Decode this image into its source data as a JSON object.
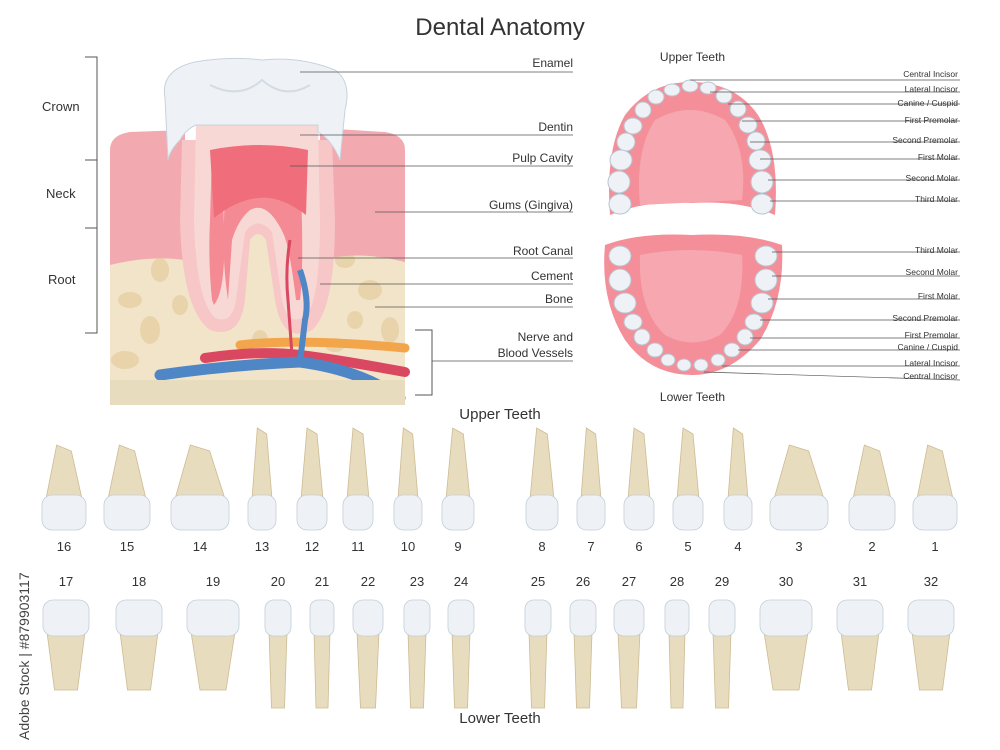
{
  "title": "Dental Anatomy",
  "section_labels": {
    "upper_jaw": "Upper Teeth",
    "lower_jaw": "Lower Teeth",
    "upper_row": "Upper Teeth",
    "lower_row": "Lower Teeth"
  },
  "side_labels": [
    "Crown",
    "Neck",
    "Root"
  ],
  "tooth_parts": [
    "Enamel",
    "Dentin",
    "Pulp Cavity",
    "Gums (Gingiva)",
    "Root Canal",
    "Cement",
    "Bone",
    "Nerve and",
    "Blood Vessels"
  ],
  "upper_jaw_labels": [
    "Central Incisor",
    "Lateral Incisor",
    "Canine / Cuspid",
    "First Premolar",
    "Second Premolar",
    "First Molar",
    "Second Molar",
    "Third Molar"
  ],
  "lower_jaw_labels": [
    "Third Molar",
    "Second Molar",
    "First Molar",
    "Second Premolar",
    "First Premolar",
    "Canine / Cuspid",
    "Lateral Incisor",
    "Central Incisor"
  ],
  "upper_numbers": [
    "16",
    "15",
    "14",
    "13",
    "12",
    "11",
    "10",
    "9",
    "8",
    "7",
    "6",
    "5",
    "4",
    "3",
    "2",
    "1"
  ],
  "lower_numbers": [
    "17",
    "18",
    "19",
    "20",
    "21",
    "22",
    "23",
    "24",
    "25",
    "26",
    "27",
    "28",
    "29",
    "30",
    "31",
    "32"
  ],
  "watermark": "Adobe Stock | #879903117",
  "colors": {
    "gum": "#f3a9b0",
    "enamel": "#eef2f6",
    "dentin": "#f8d8d5",
    "pulp": "#f48a93",
    "bone": "#f2e4c8",
    "root": "#e8dcbf",
    "vein": "#4f86c6",
    "artery": "#d94760",
    "nerve": "#f2a54a"
  }
}
